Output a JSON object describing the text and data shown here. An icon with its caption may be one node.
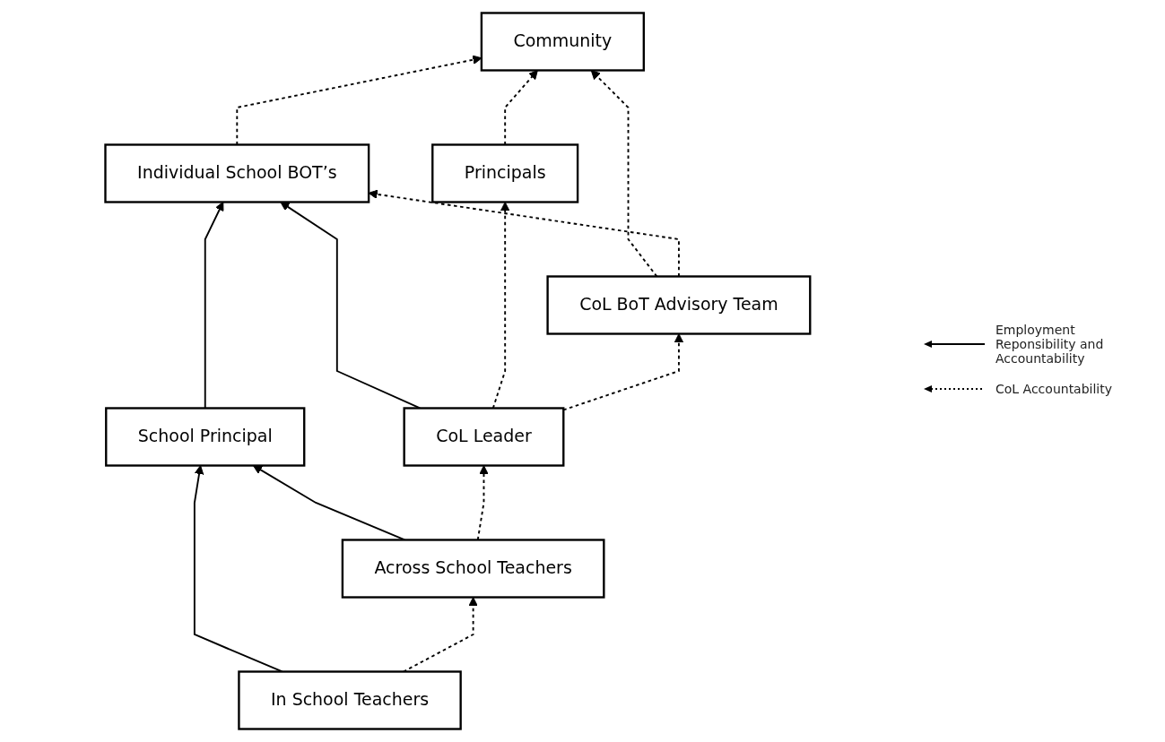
{
  "diagram": {
    "nodes": [
      {
        "text": [
          "Community"
        ]
      },
      {
        "text": [
          "Individual School BOT’s"
        ]
      },
      {
        "text": [
          "Principals"
        ]
      },
      {
        "text": [
          "CoL BoT Advisory Team"
        ]
      },
      {
        "text": [
          "School Principal"
        ]
      },
      {
        "text": [
          "CoL Leader"
        ]
      },
      {
        "text": [
          "Across School Teachers"
        ]
      },
      {
        "text": [
          "In School Teachers"
        ]
      }
    ],
    "edges": [
      {
        "from": 1,
        "to": 0,
        "arrow": "to",
        "style": "dashed"
      },
      {
        "from": 2,
        "to": 0,
        "arrow": "to",
        "style": "dashed"
      },
      {
        "from": 3,
        "to": 0,
        "arrow": "to",
        "style": "dashed"
      },
      {
        "from": 3,
        "to": 1,
        "arrow": "to",
        "style": "dashed"
      },
      {
        "from": 5,
        "to": 1,
        "arrow": "to"
      },
      {
        "from": 5,
        "to": 2,
        "arrow": "to",
        "style": "dashed"
      },
      {
        "from": 5,
        "to": 3,
        "arrow": "to",
        "style": "dashed"
      },
      {
        "from": 4,
        "to": 1,
        "arrow": "to"
      },
      {
        "from": 6,
        "to": 4,
        "arrow": "to"
      },
      {
        "from": 6,
        "to": 5,
        "arrow": "to",
        "style": "dashed"
      },
      {
        "from": 7,
        "to": 4,
        "arrow": "to"
      },
      {
        "from": 7,
        "to": 6,
        "arrow": "to",
        "style": "dashed"
      }
    ],
    "legend": [
      {
        "text": "Employment Reponsibility and Accountability"
      },
      {
        "text": "CoL Accountability"
      }
    ]
  }
}
